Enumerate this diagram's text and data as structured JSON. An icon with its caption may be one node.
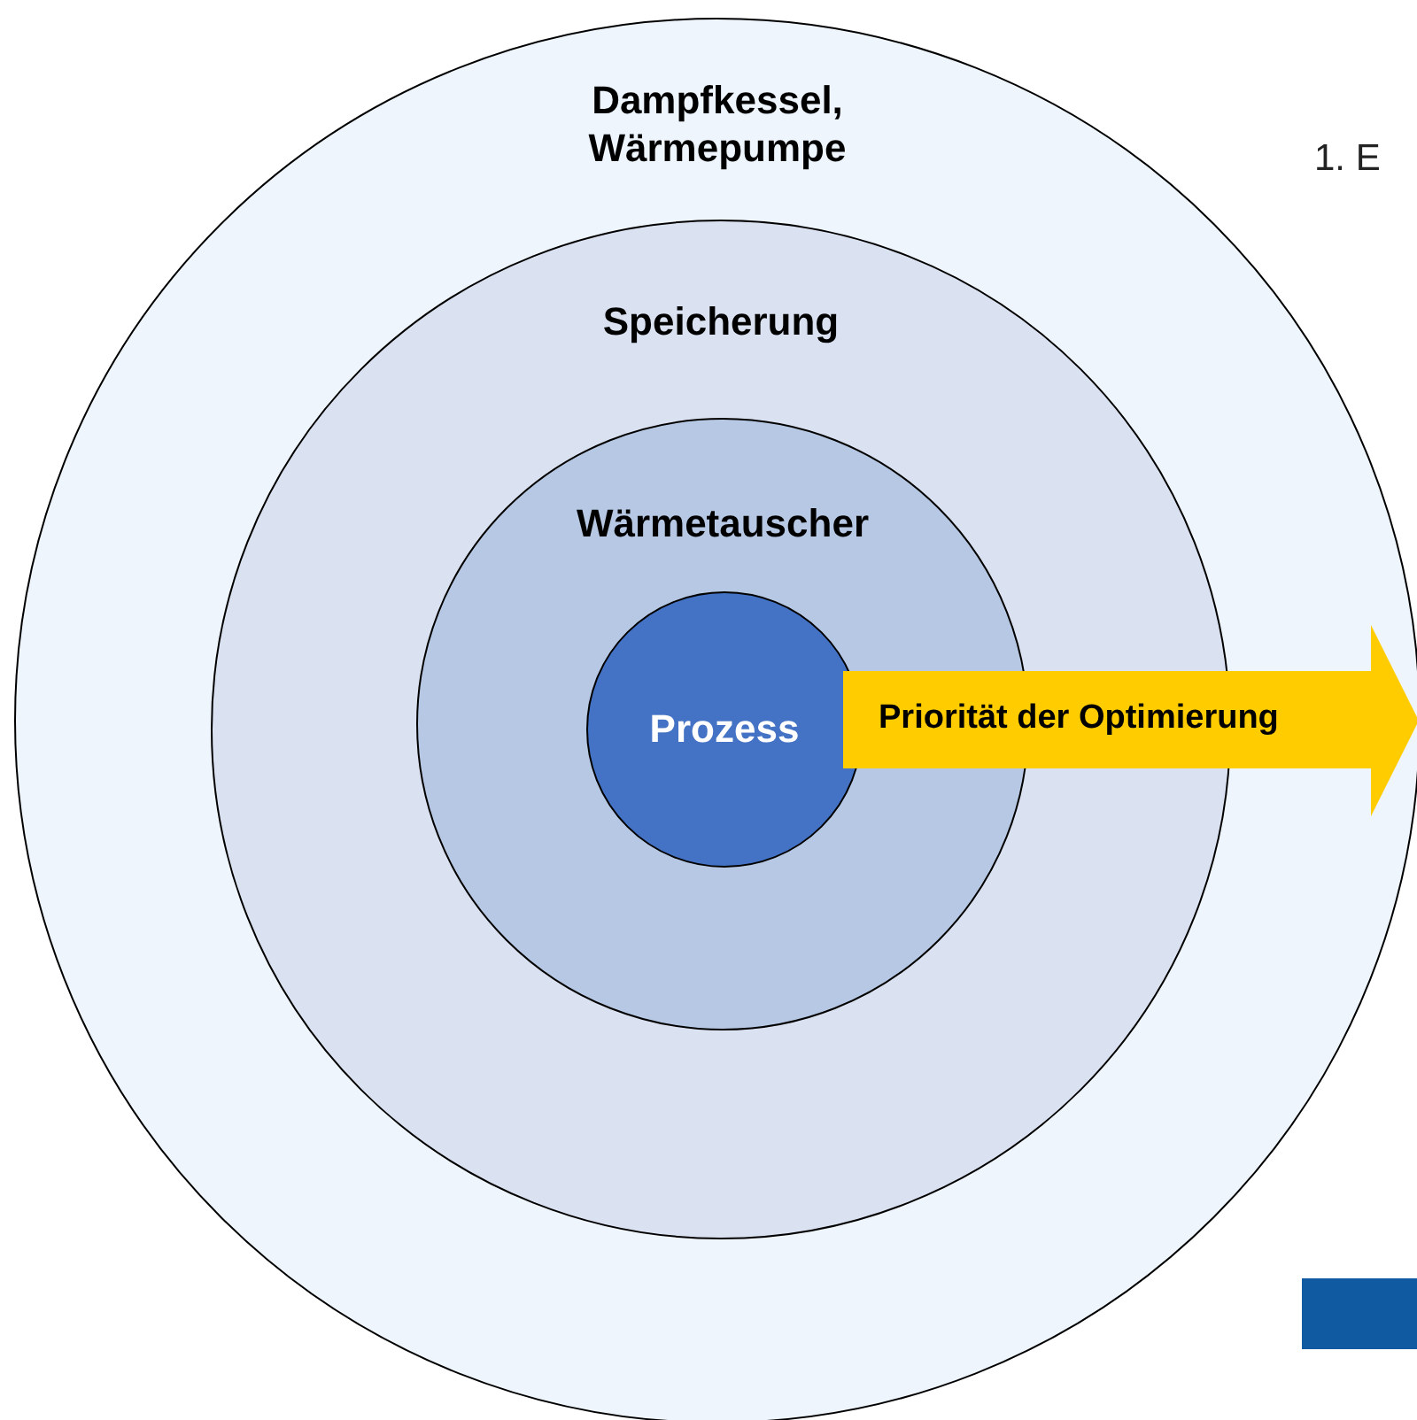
{
  "diagram": {
    "nodes": [
      {
        "text": [
          "Dampfkessel, Wärmepumpe"
        ]
      },
      {
        "text": [
          "Speicherung"
        ],
        "in": 0
      },
      {
        "text": [
          "Wärmetauscher"
        ],
        "in": 1
      },
      {
        "text": [
          "Prozess"
        ],
        "in": 2
      },
      {
        "text": [
          "Priorität der Optimierung"
        ],
        "in": 0
      }
    ],
    "labels": [
      "1. E"
    ]
  }
}
